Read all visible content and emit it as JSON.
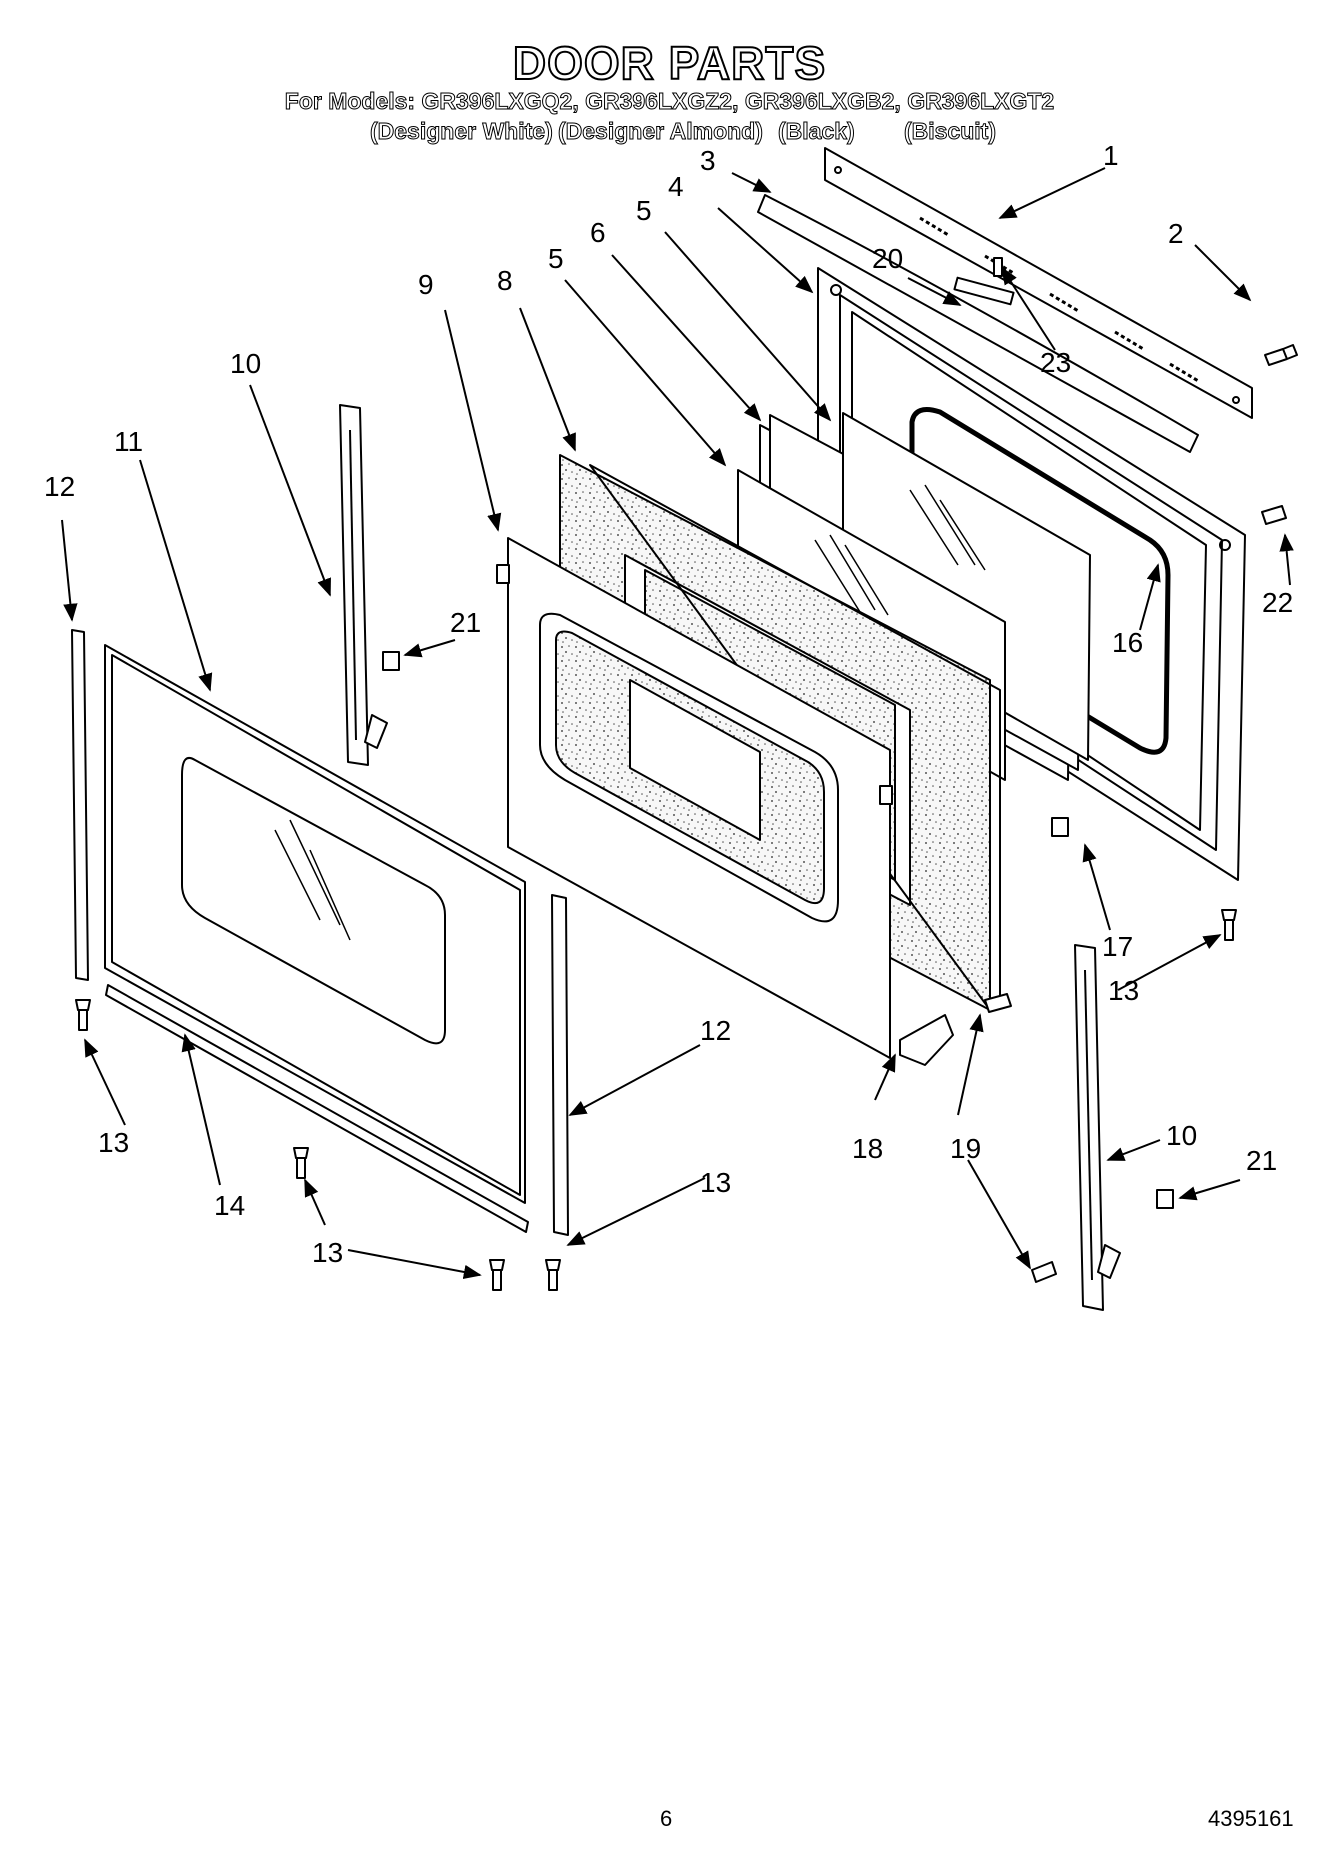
{
  "header": {
    "title": "DOOR PARTS",
    "models": "For Models: GR396LXGQ2, GR396LXGZ2, GR396LXGB2, GR396LXGT2",
    "colors": [
      "(Designer White)",
      "(Designer Almond)",
      "(Black)",
      "(Biscuit)"
    ]
  },
  "callouts": {
    "c1": "1",
    "c2": "2",
    "c3": "3",
    "c4": "4",
    "c5a": "5",
    "c5b": "5",
    "c6": "6",
    "c8": "8",
    "c9": "9",
    "c10a": "10",
    "c10b": "10",
    "c11": "11",
    "c12a": "12",
    "c12b": "12",
    "c13a": "13",
    "c13b": "13",
    "c13c": "13",
    "c13d": "13",
    "c14": "14",
    "c16": "16",
    "c17": "17",
    "c18": "18",
    "c19": "19",
    "c20": "20",
    "c21a": "21",
    "c21b": "21",
    "c22": "22",
    "c23": "23"
  },
  "footer": {
    "page_number": "6",
    "doc_number": "4395161"
  }
}
